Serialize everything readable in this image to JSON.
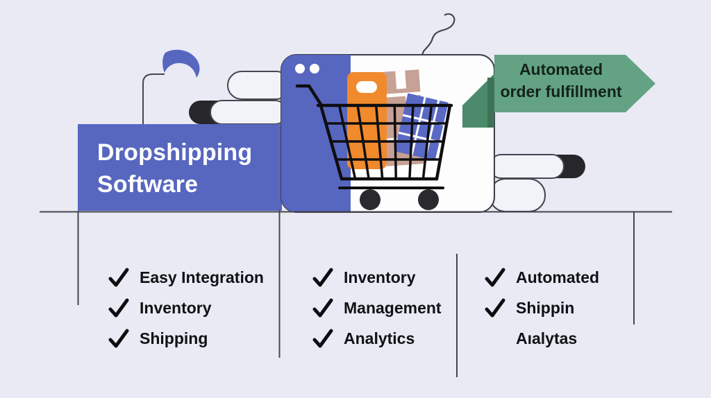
{
  "title": {
    "line1": "Dropshipping",
    "line2": "Software"
  },
  "banner": {
    "line1": "Automated",
    "line2": "order fulfillment"
  },
  "features": {
    "columns": [
      {
        "items": [
          {
            "text": "Easy Integration",
            "checked": true
          },
          {
            "text": "Inventory",
            "checked": true
          },
          {
            "text": "Shipping",
            "checked": true
          }
        ]
      },
      {
        "items": [
          {
            "text": "Inventory",
            "checked": true
          },
          {
            "text": "Management",
            "checked": true
          },
          {
            "text": "Analytics",
            "checked": true
          }
        ]
      },
      {
        "items": [
          {
            "text": "Automated",
            "checked": true
          },
          {
            "text": "Shippin",
            "checked": true
          },
          {
            "text": "Aıalytas",
            "checked": false
          }
        ]
      }
    ]
  },
  "colors": {
    "background": "#e9eaf3",
    "accent_blue": "#5767c0",
    "accent_green": "#63a383",
    "green_fold": "#4b8a6b",
    "accent_orange": "#f08a2c",
    "accent_tan": "#c7a195",
    "ink": "#101114",
    "line_gray": "#45454f"
  }
}
